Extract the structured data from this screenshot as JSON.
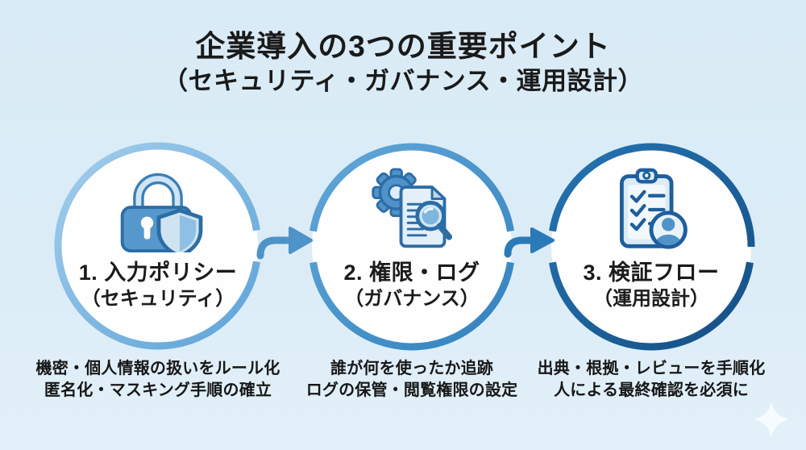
{
  "title": {
    "line1": "企業導入の3つの重要ポイント",
    "line2": "（セキュリティ・ガバナンス・運用設計）"
  },
  "steps": [
    {
      "icon": "lock-shield-icon",
      "label1": "1. 入力ポリシー",
      "label2": "（セキュリティ）",
      "desc1": "機密・個人情報の扱いをルール化",
      "desc2": "匿名化・マスキング手順の確立",
      "accent": "#7ab5df"
    },
    {
      "icon": "gear-document-magnifier-icon",
      "label1": "2. 権限・ログ",
      "label2": "（ガバナンス）",
      "desc1": "誰が何を使ったか追跡",
      "desc2": "ログの保管・閲覧権限の設定",
      "accent": "#3f8fc9"
    },
    {
      "icon": "clipboard-checklist-person-icon",
      "label1": "3. 検証フロー",
      "label2": "（運用設計）",
      "desc1": "出典・根拠・レビューを手順化",
      "desc2": "人による最終確認を必須に",
      "accent": "#1a5f9e"
    }
  ],
  "connectors": [
    {
      "icon": "arrow-right-icon",
      "color": "#4f93c8"
    },
    {
      "icon": "arrow-right-icon",
      "color": "#2b7ab8"
    }
  ],
  "decoration": {
    "icon": "sparkle-icon",
    "color": "#ffffff"
  },
  "colors": {
    "background": "#daecf6",
    "text": "#1a1a1a",
    "circle_fill": "#fefefe",
    "icon_outline": "#2d6da6",
    "icon_fill": "#4f93c8",
    "icon_light": "#cfe4f4"
  }
}
